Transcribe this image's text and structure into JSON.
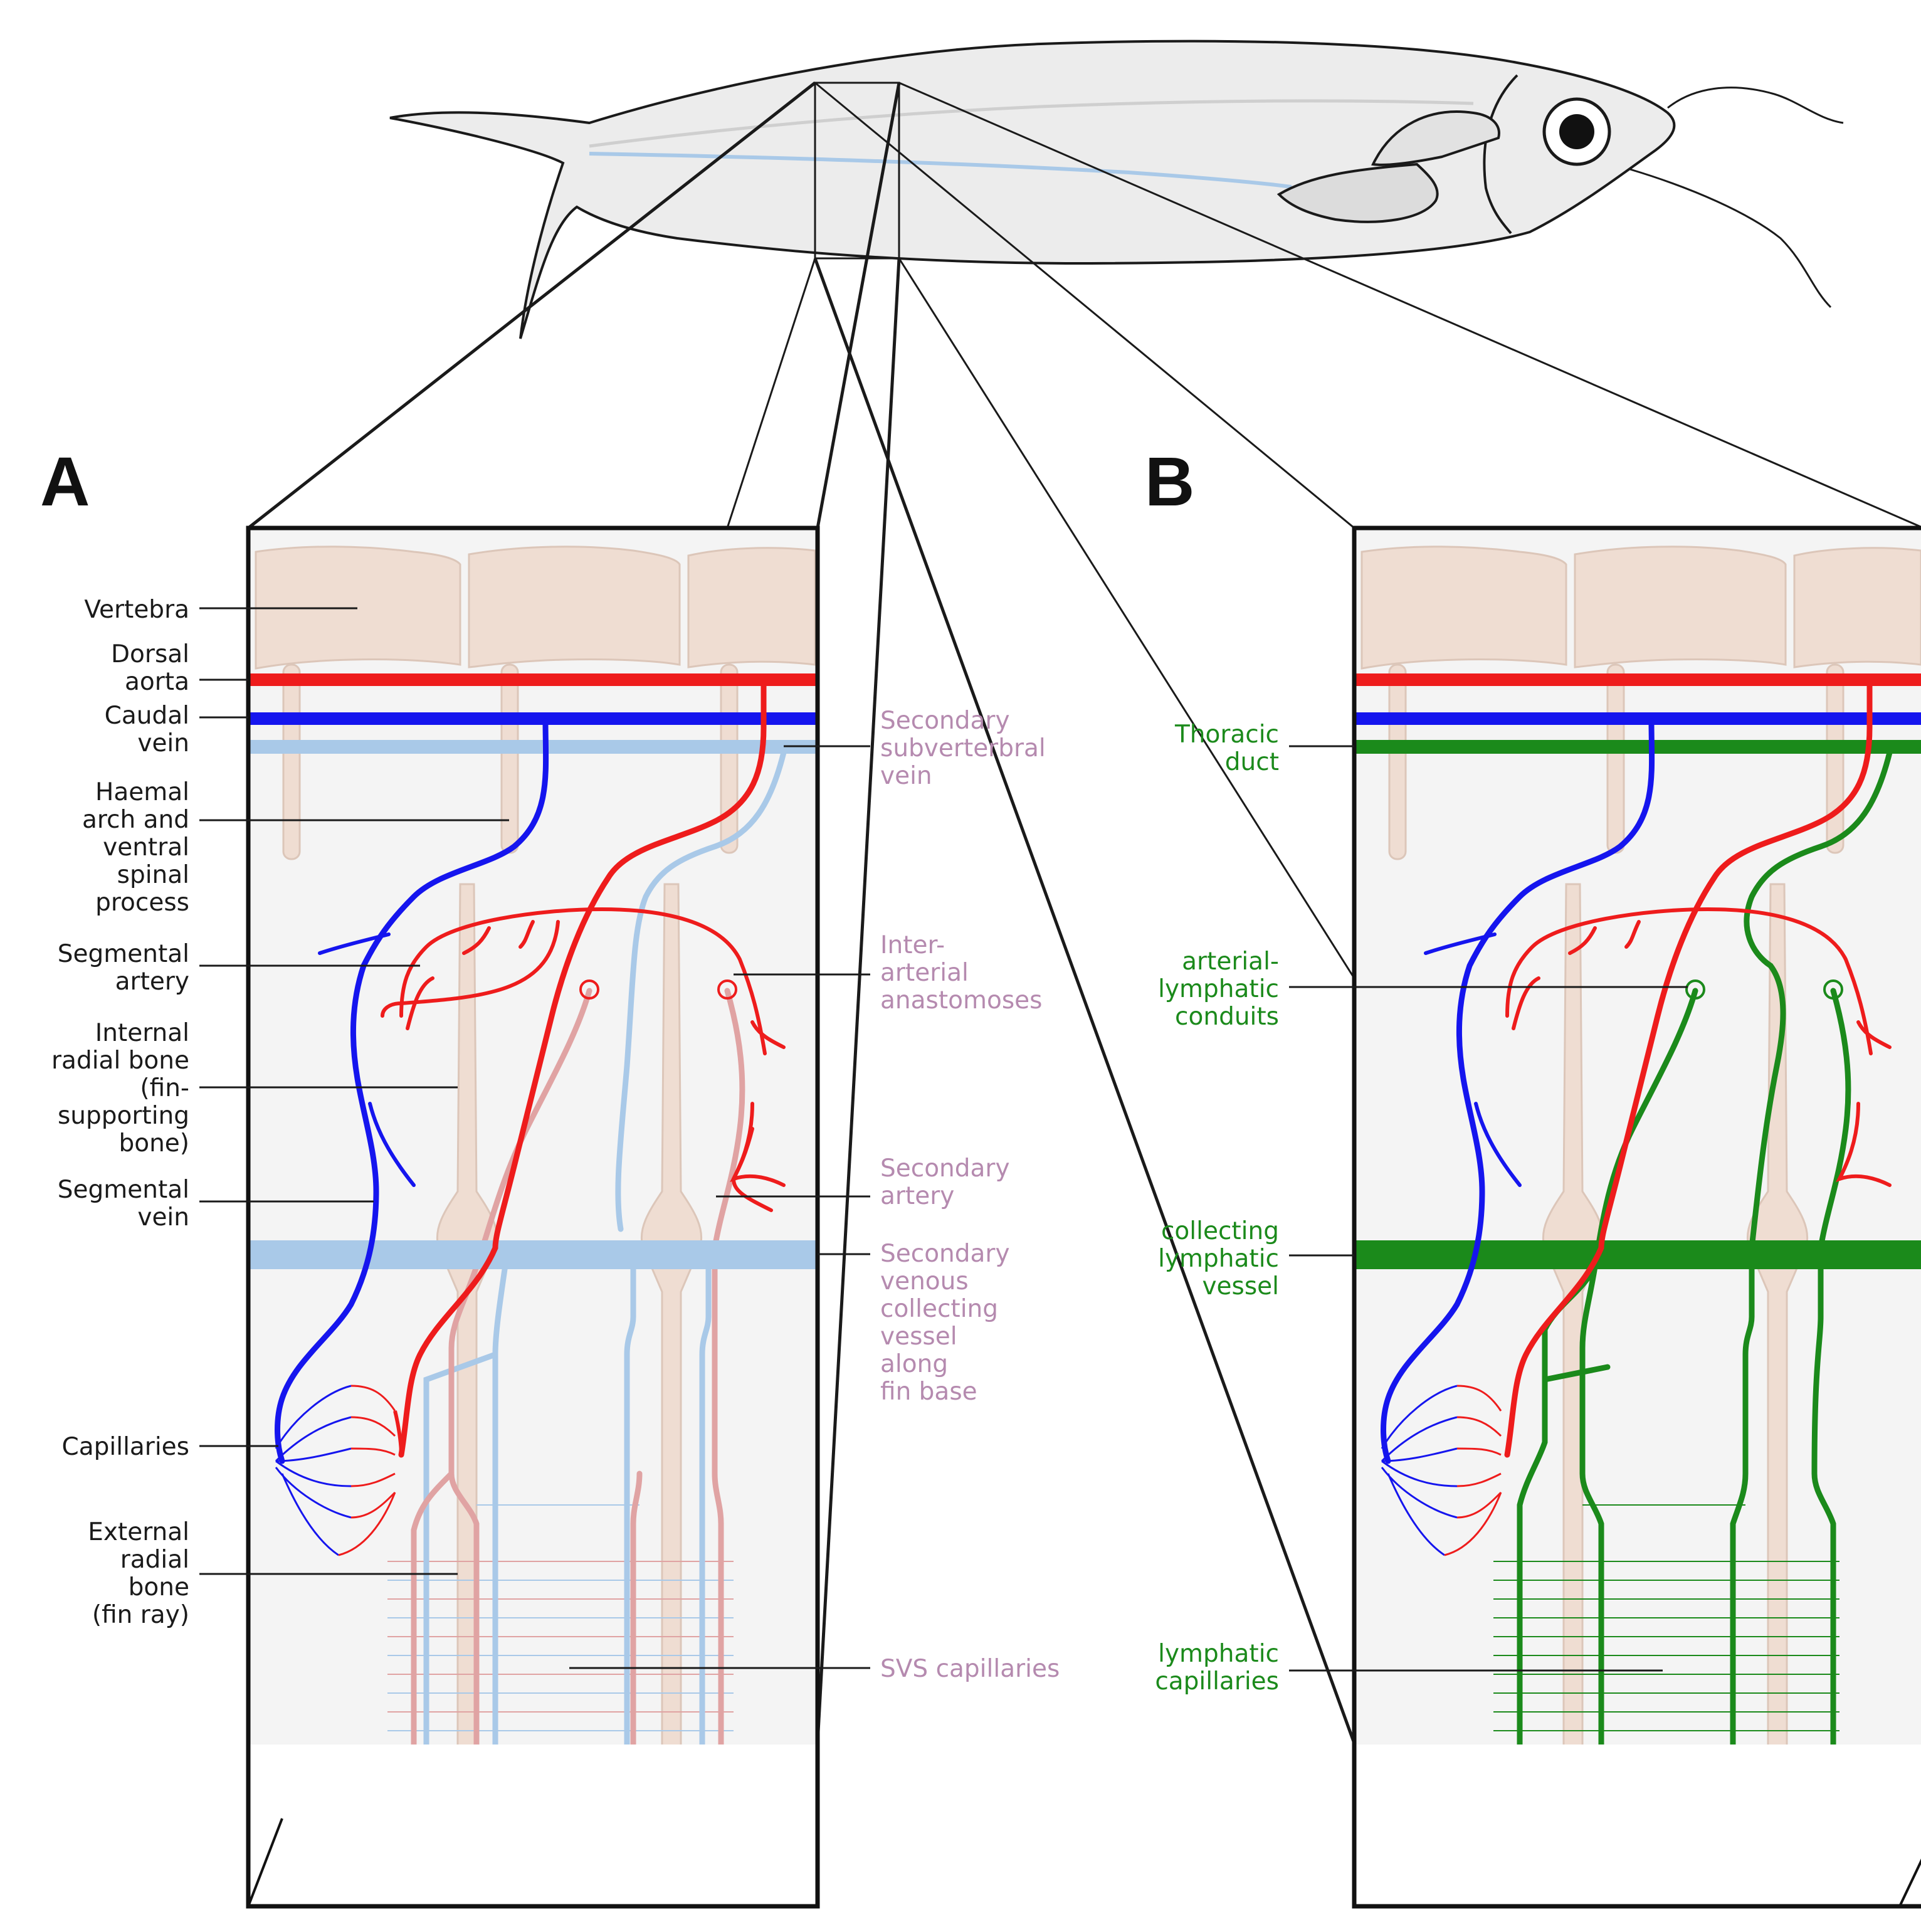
{
  "panel_a": {
    "letter": "A",
    "left_labels": {
      "vertebra": [
        "Vertebra"
      ],
      "dorsal_aorta": [
        "Dorsal",
        "aorta"
      ],
      "caudal_vein": [
        "Caudal",
        "vein"
      ],
      "haemal_arch": [
        "Haemal",
        "arch and",
        "ventral",
        "spinal",
        "process"
      ],
      "segmental_artery": [
        "Segmental",
        "artery"
      ],
      "internal_radial_bone": [
        "Internal",
        "radial bone",
        "(fin-",
        "supporting",
        "bone)"
      ],
      "segmental_vein": [
        "Segmental",
        "vein"
      ],
      "capillaries": [
        "Capillaries"
      ],
      "external_radial_bone": [
        "External",
        "radial",
        "bone",
        "(fin ray)"
      ]
    },
    "right_labels": {
      "secondary_subvertebral_vein": [
        "Secondary",
        "subverterbral",
        "vein"
      ],
      "interarterial_anastomoses": [
        "Inter-",
        "arterial",
        "anastomoses"
      ],
      "secondary_artery": [
        "Secondary",
        "artery"
      ],
      "secondary_venous_collecting_vessel": [
        "Secondary",
        "venous",
        "collecting",
        "vessel",
        "along",
        "fin base"
      ],
      "svs_capillaries": [
        "SVS capillaries"
      ]
    }
  },
  "panel_b": {
    "letter": "B",
    "left_labels": {
      "thoracic_duct": [
        "Thoracic",
        "duct"
      ],
      "arterial_lymphatic_conduits": [
        "arterial-",
        "lymphatic",
        "conduits"
      ],
      "collecting_lymphatic_vessel": [
        "collecting",
        "lymphatic",
        "vessel"
      ],
      "lymphatic_capillaries": [
        "lymphatic",
        "capillaries"
      ]
    }
  },
  "colors": {
    "artery": "#ee1c1c",
    "vein": "#1515ee",
    "secondary_vein": "#a9c9e8",
    "secondary_artery": "#e0a3a3",
    "lymphatic": "#1b8a1b",
    "bone": "#efddd2",
    "bone_outline": "#dcc6b9",
    "panel_bg": "#f4f4f4",
    "label_purple": "#b58aaf",
    "label_green": "#1b8a1b"
  },
  "icons": [
    "zebrafish-illustration",
    "fish-eye-icon"
  ]
}
